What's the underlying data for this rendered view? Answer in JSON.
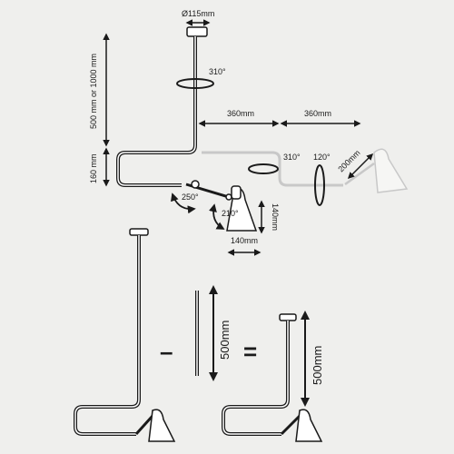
{
  "labels": {
    "diameter": "Ø115mm",
    "rotation_stem": "310°",
    "height_stem": "500 mm or 1000 mm",
    "height_elbow": "160 mm",
    "reach_1": "360mm",
    "reach_2": "360mm",
    "rotation_elbow": "310°",
    "tilt_arm": "120°",
    "arm_length": "200mm",
    "rotation_arm": "250°",
    "rotation_shade": "210°",
    "shade_height": "140mm",
    "shade_width": "140mm",
    "extension_length": "500mm",
    "result_length": "500mm",
    "minus_sign": "–",
    "equals_sign": "="
  },
  "colors": {
    "line": "#1a1a1a",
    "ghost": "#c8c8c8",
    "background": "#efefed",
    "shade_fill": "#ffffff"
  }
}
